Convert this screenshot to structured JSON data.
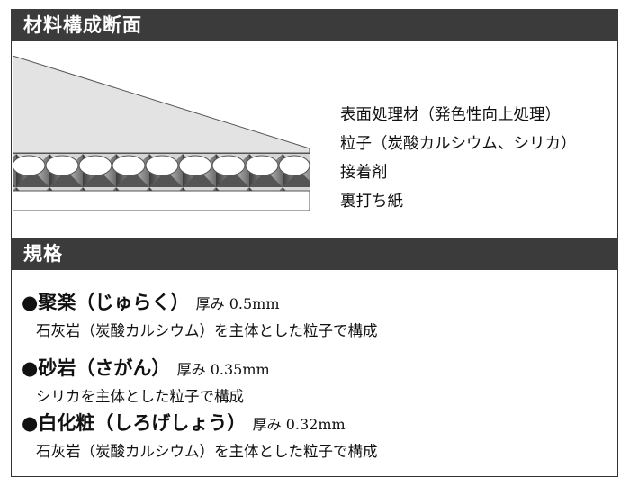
{
  "section_structure": {
    "title": "材料構成断面"
  },
  "layers": [
    "表面処理材（発色性向上処理）",
    "粒子（炭酸カルシウム、シリカ）",
    "接着剤",
    "裏打ち紙"
  ],
  "section_specs": {
    "title": "規格"
  },
  "specs": [
    {
      "bullet": "●",
      "name": "聚楽（じゅらく）",
      "thickness": "厚み 0.5mm",
      "description": "石灰岩（炭酸カルシウム）を主体とした粒子で構成"
    },
    {
      "bullet": "●",
      "name": "砂岩（さがん）",
      "thickness": "厚み 0.35mm",
      "description": "シリカを主体とした粒子で構成"
    },
    {
      "bullet": "●",
      "name": "白化粧（しろげしょう）",
      "thickness": "厚み 0.32mm",
      "description": "石灰岩（炭酸カルシウム）を主体とした粒子で構成"
    }
  ],
  "colors": {
    "header_bg": "#3b3b3b",
    "header_text": "#ffffff",
    "surface_layer": "#e3e3e3",
    "adhesive_dark": "#4a4a4a",
    "adhesive_light": "#b5b5b5",
    "backing_paper": "#ffffff"
  }
}
